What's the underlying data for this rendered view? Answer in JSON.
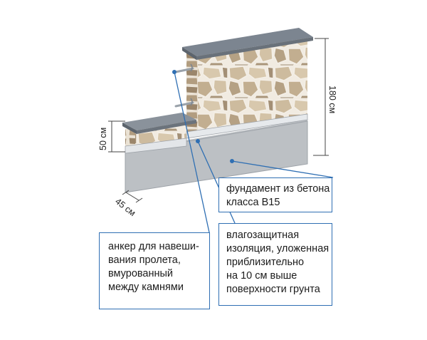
{
  "dimensions": {
    "height_low": "50 см",
    "height_high": "180 см",
    "width": "45 см"
  },
  "callouts": {
    "foundation": [
      "фундамент из бетона",
      "класса В15"
    ],
    "waterproofing": [
      "влагозащитная",
      "изоляция, уложенная",
      "приблизительно",
      "на 10 см выше",
      "поверхности грунта"
    ],
    "anchor": [
      "анкер для навеши-",
      "вания пролета,",
      "вмурованный",
      "между камнями"
    ]
  },
  "colors": {
    "leader": "#2f6fb3",
    "concrete": "#b9bcc0",
    "roof": "#7c8590",
    "stone_face": "#c9b79a",
    "stone_side": "#a38d73"
  }
}
